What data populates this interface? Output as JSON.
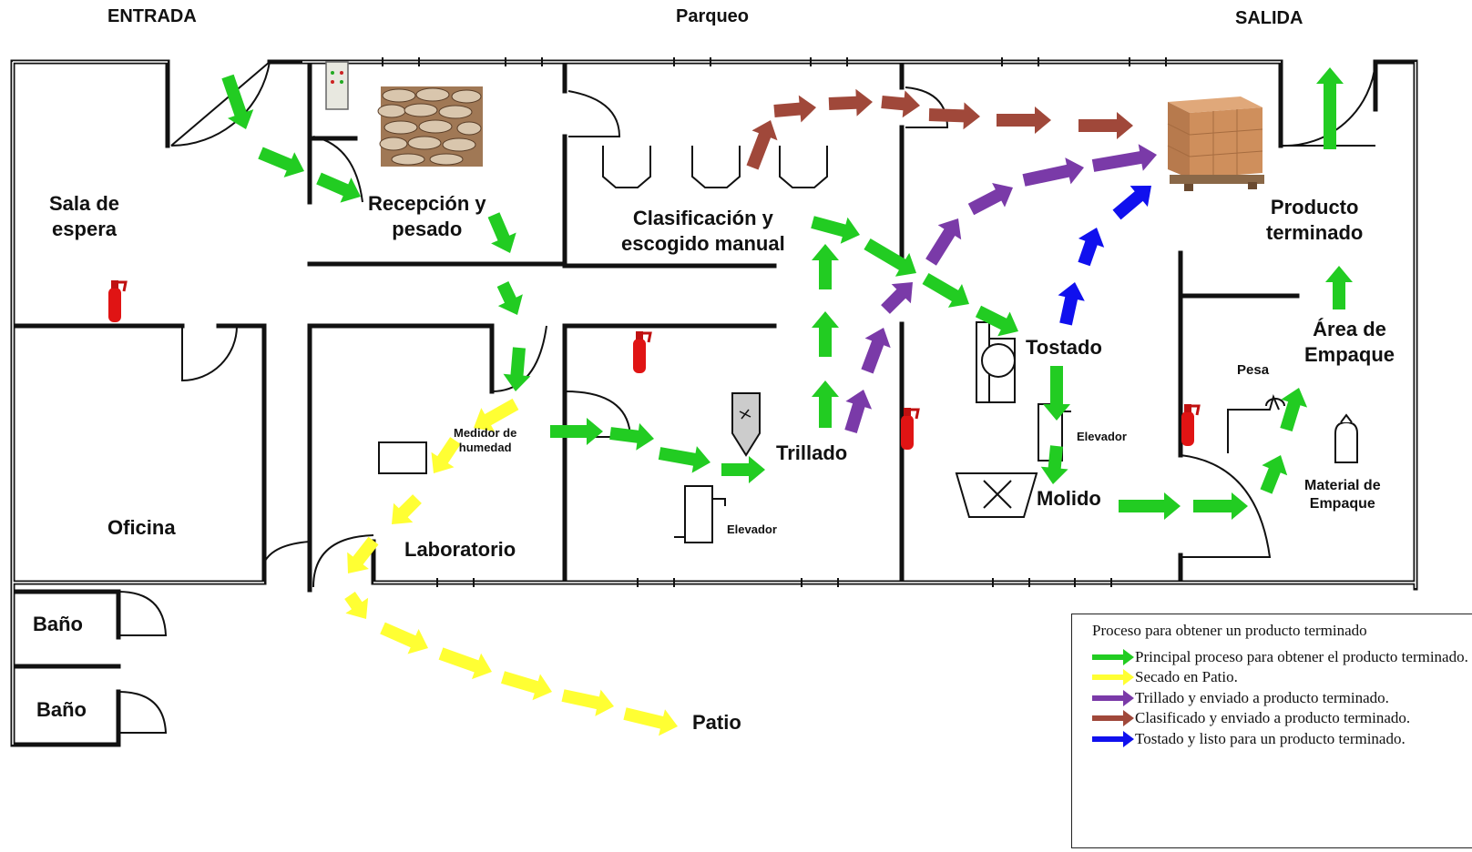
{
  "header": {
    "entrada": "ENTRADA",
    "parqueo": "Parqueo",
    "salida": "SALIDA"
  },
  "rooms": {
    "sala_espera": "Sala de\nespera",
    "recepcion": "Recepción y\npesado",
    "clasificacion": "Clasificación y\nescogido manual",
    "producto_terminado": "Producto\nterminado",
    "oficina": "Oficina",
    "laboratorio": "Laboratorio",
    "trillado": "Trillado",
    "tostado": "Tostado",
    "molido": "Molido",
    "area_empaque": "Área de\nEmpaque",
    "bano_1": "Baño",
    "bano_2": "Baño",
    "patio": "Patio"
  },
  "equipment": {
    "medidor_humedad": "Medidor de\nhumedad",
    "elevador_trillado": "Elevador",
    "elevador_tostado": "Elevador",
    "pesa": "Pesa",
    "material_empaque": "Material de\nEmpaque"
  },
  "colors": {
    "principal": "#22cc22",
    "secado": "#ffff33",
    "trillado": "#7a3aa8",
    "clasificado": "#a0483a",
    "tostado": "#1010ee",
    "wall": "#111111",
    "extinguisher": "#e01414"
  },
  "icons": [
    "fire-extinguisher-icon",
    "coffee-sacks-icon",
    "pallet-boxes-icon",
    "electrical-panel-icon",
    "hopper-icon",
    "elevator-icon",
    "roaster-icon",
    "grinder-icon",
    "scale-icon",
    "gas-cylinder-icon"
  ],
  "legend": {
    "title": "Proceso para obtener un producto terminado",
    "items": [
      {
        "color": "#22cc22",
        "text": "Principal proceso para obtener el producto terminado."
      },
      {
        "color": "#ffff33",
        "text": "Secado en Patio."
      },
      {
        "color": "#7a3aa8",
        "text": "Trillado y enviado a producto terminado."
      },
      {
        "color": "#a0483a",
        "text": "Clasificado y enviado a producto terminado."
      },
      {
        "color": "#1010ee",
        "text": "Tostado y listo para un producto terminado."
      }
    ]
  }
}
